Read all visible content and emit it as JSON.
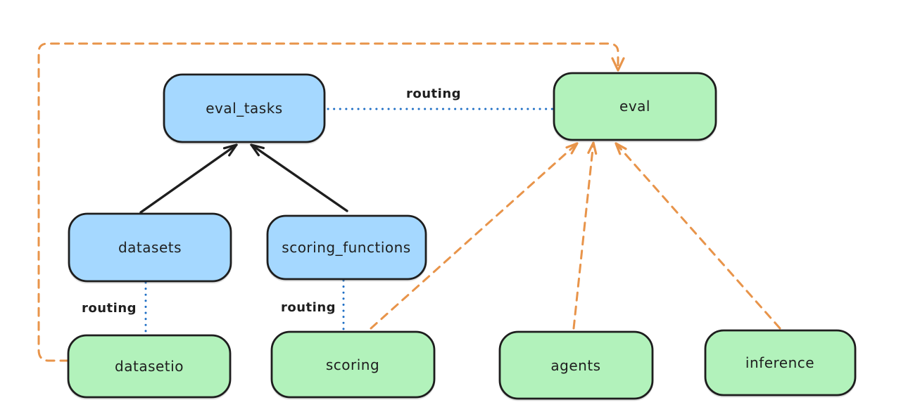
{
  "diagram": {
    "nodes": [
      {
        "id": "eval_tasks",
        "label": "eval_tasks",
        "color": "blue"
      },
      {
        "id": "eval",
        "label": "eval",
        "color": "green"
      },
      {
        "id": "datasets",
        "label": "datasets",
        "color": "blue"
      },
      {
        "id": "scoring_functions",
        "label": "scoring_functions",
        "color": "blue"
      },
      {
        "id": "datasetio",
        "label": "datasetio",
        "color": "green"
      },
      {
        "id": "scoring",
        "label": "scoring",
        "color": "green"
      },
      {
        "id": "agents",
        "label": "agents",
        "color": "green"
      },
      {
        "id": "inference",
        "label": "inference",
        "color": "green"
      }
    ],
    "edges": [
      {
        "from": "datasets",
        "to": "eval_tasks",
        "style": "solid",
        "color": "#1e1e1e"
      },
      {
        "from": "scoring_functions",
        "to": "eval_tasks",
        "style": "solid",
        "color": "#1e1e1e"
      },
      {
        "from": "eval_tasks",
        "to": "eval",
        "style": "dotted",
        "color": "#1f6fc5",
        "label": "routing"
      },
      {
        "from": "datasets",
        "to": "datasetio",
        "style": "dotted",
        "color": "#1f6fc5",
        "label": "routing"
      },
      {
        "from": "scoring_functions",
        "to": "scoring",
        "style": "dotted",
        "color": "#1f6fc5",
        "label": "routing"
      },
      {
        "from": "datasetio",
        "to": "eval",
        "style": "dashed",
        "color": "#e8944a"
      },
      {
        "from": "scoring",
        "to": "eval",
        "style": "dashed",
        "color": "#e8944a"
      },
      {
        "from": "agents",
        "to": "eval",
        "style": "dashed",
        "color": "#e8944a"
      },
      {
        "from": "inference",
        "to": "eval",
        "style": "dashed",
        "color": "#e8944a"
      }
    ],
    "colors": {
      "blue_node_fill": "#a5d8ff",
      "green_node_fill": "#b2f2bb",
      "node_stroke": "#1e1e1e",
      "text": "#1e1e1e",
      "routing_blue": "#1f6fc5",
      "orange_dashed": "#e8944a",
      "background": "#ffffff"
    }
  }
}
